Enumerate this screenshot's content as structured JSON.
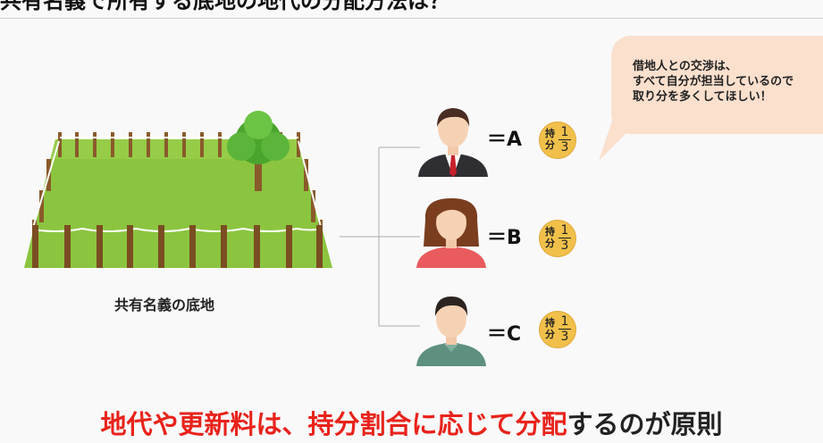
{
  "header": {
    "title": "共有名義で所有する底地の地代の分配方法は？"
  },
  "land": {
    "caption": "共有名義の底地"
  },
  "owners": [
    {
      "label": "＝A",
      "share_word": "持分",
      "share_numerator": "1",
      "share_denominator": "3"
    },
    {
      "label": "＝B",
      "share_word": "持分",
      "share_numerator": "1",
      "share_denominator": "3"
    },
    {
      "label": "＝C",
      "share_word": "持分",
      "share_numerator": "1",
      "share_denominator": "3"
    }
  ],
  "bubble": {
    "lines": [
      "借地人との交渉は、",
      "すべて自分が担当しているので",
      "取り分を多くしてほしい！"
    ]
  },
  "conclusion": {
    "emphasis": "地代や更新料は、持分割合に応じて分配",
    "rest": "するのが原則"
  },
  "colors": {
    "emphasis": "#e8231b",
    "bubble": "#fae0cd",
    "coin": "#f0c04a",
    "grass": "#8bc53f"
  },
  "icons": {
    "person_a": "businessman-icon",
    "person_b": "woman-icon",
    "person_c": "man-icon",
    "tree": "tree-icon"
  }
}
